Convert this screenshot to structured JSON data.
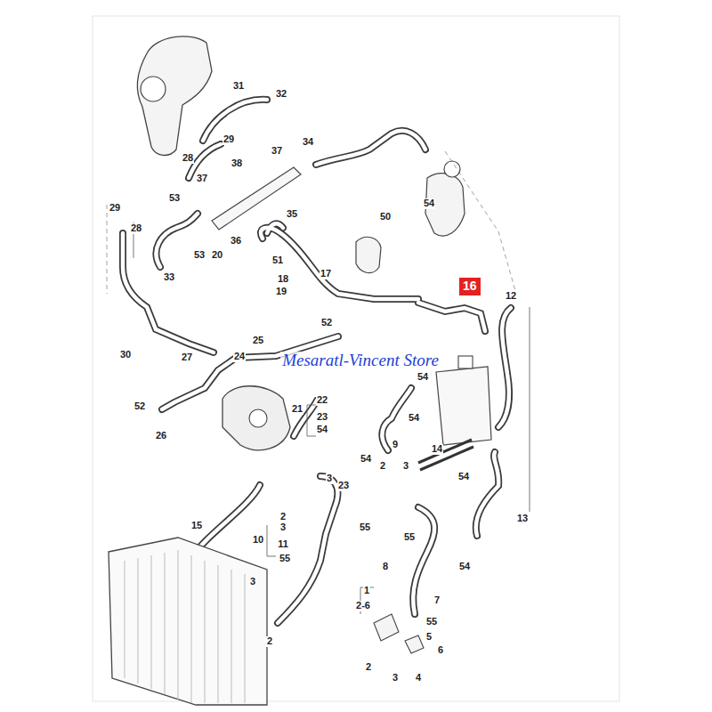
{
  "diagram": {
    "nodes": [
      {
        "text": [
          "16"
        ]
      }
    ],
    "labels": [
      "31",
      "32",
      "29",
      "37",
      "28",
      "38",
      "34",
      "37",
      "53",
      "29",
      "35",
      "28",
      "50",
      "54",
      "36",
      "20",
      "53",
      "51",
      "18",
      "19",
      "17",
      "33",
      "12",
      "52",
      "25",
      "24",
      "27",
      "30",
      "54",
      "22",
      "21",
      "23",
      "54",
      "54",
      "52",
      "26",
      "9",
      "14",
      "54",
      "2",
      "3",
      "54",
      "3",
      "23",
      "2",
      "15",
      "3",
      "55",
      "10",
      "55",
      "11",
      "13",
      "55",
      "8",
      "54",
      "3",
      "1",
      "7",
      "2-6",
      "55",
      "5",
      "2",
      "6",
      "2",
      "3",
      "4",
      "Mesaratl-Vincent Store"
    ]
  }
}
